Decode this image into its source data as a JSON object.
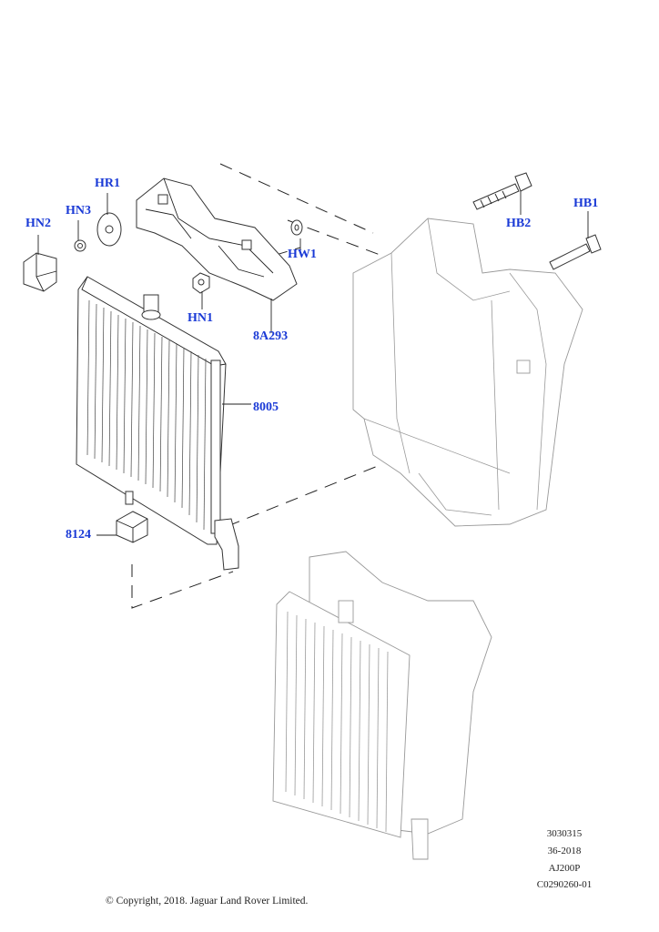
{
  "callouts": {
    "hn2": "HN2",
    "hn3": "HN3",
    "hr1": "HR1",
    "hn1": "HN1",
    "hw1": "HW1",
    "p8a293": "8A293",
    "p8005": "8005",
    "p8124": "8124",
    "hb2": "HB2",
    "hb1": "HB1"
  },
  "meta": {
    "ref": "3030315",
    "date": "36-2018",
    "model": "AJ200P",
    "code": "C0290260-01"
  },
  "copyright": "© Copyright, 2018. Jaguar Land Rover Limited.",
  "colors": {
    "callout": "#1a3ad6",
    "line": "#222222",
    "ghost": "#9a9a9a"
  }
}
